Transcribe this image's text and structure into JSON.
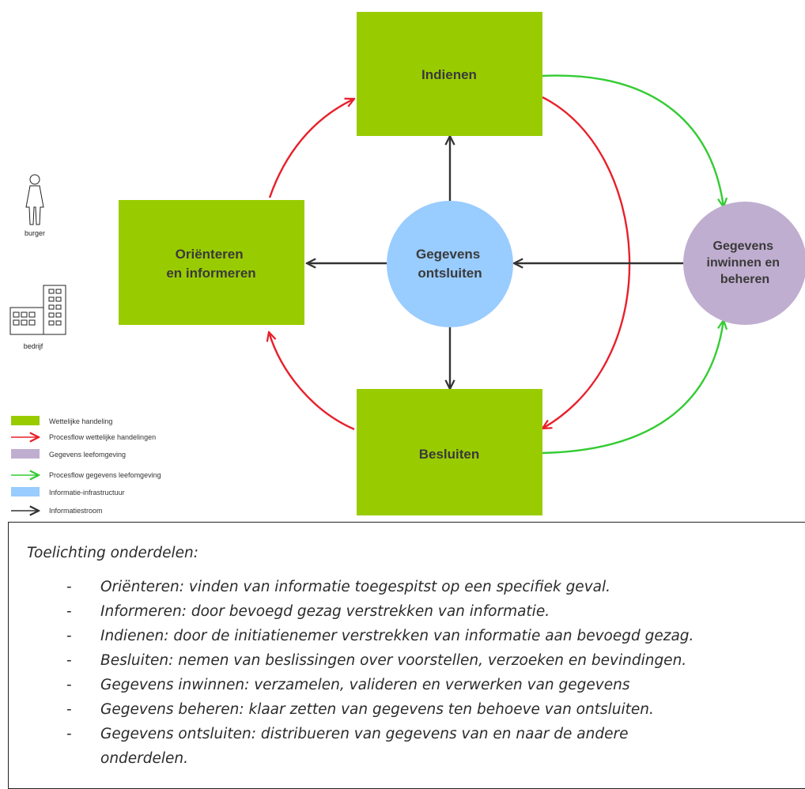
{
  "nodes": {
    "indienen": "Indienen",
    "orienteren": [
      "Oriënteren",
      "en informeren"
    ],
    "gegevens_ontsluiten": [
      "Gegevens",
      "ontsluiten"
    ],
    "gegevens_inwinnen": [
      "Gegevens",
      "inwinnen en",
      "beheren"
    ],
    "besluiten": "Besluiten"
  },
  "actors": {
    "burger": "burger",
    "bedrijf": "bedrijf"
  },
  "colors": {
    "wettelijke_handeling": "#99cc00",
    "procesflow_wettelijk": "#e8202a",
    "gegevens_leefomgeving": "#c0aed0",
    "procesflow_gegevens": "#33cc33",
    "informatie_infrastructuur": "#99ccff",
    "informatiestroom": "#333333"
  },
  "legend": [
    {
      "type": "swatch",
      "color": "#99cc00",
      "label": "Wettelijke handeling",
      "icon": "green-box"
    },
    {
      "type": "arrow",
      "color": "#e8202a",
      "label": "Procesflow wettelijke handelingen",
      "icon": "red-arrow"
    },
    {
      "type": "swatch",
      "color": "#c0aed0",
      "label": "Gegevens leefomgeving",
      "icon": "purple-box"
    },
    {
      "type": "arrow",
      "color": "#33cc33",
      "label": "Procesflow gegevens leefomgeving",
      "icon": "green-arrow"
    },
    {
      "type": "swatch",
      "color": "#99ccff",
      "label": "Informatie-infrastructuur",
      "icon": "blue-box"
    },
    {
      "type": "arrow",
      "color": "#333333",
      "label": "Informatiestroom",
      "icon": "black-arrow"
    }
  ],
  "explanation": {
    "title": "Toelichting onderdelen:",
    "items": [
      "Oriënteren: vinden van informatie toegespitst op een specifiek geval.",
      "Informeren: door bevoegd gezag verstrekken van informatie.",
      "Indienen: door de initiatienemer verstrekken van informatie aan bevoegd gezag.",
      "Besluiten: nemen van beslissingen over voorstellen, verzoeken en bevindingen.",
      "Gegevens inwinnen: verzamelen, valideren en verwerken van gegevens",
      "Gegevens beheren: klaar zetten van gegevens ten behoeve van ontsluiten.",
      "Gegevens ontsluiten: distribueren van gegevens van en naar de andere",
      "onderdelen."
    ],
    "item_dashes": [
      "-",
      "-",
      "-",
      "-",
      "-",
      "-",
      "-",
      ""
    ]
  }
}
